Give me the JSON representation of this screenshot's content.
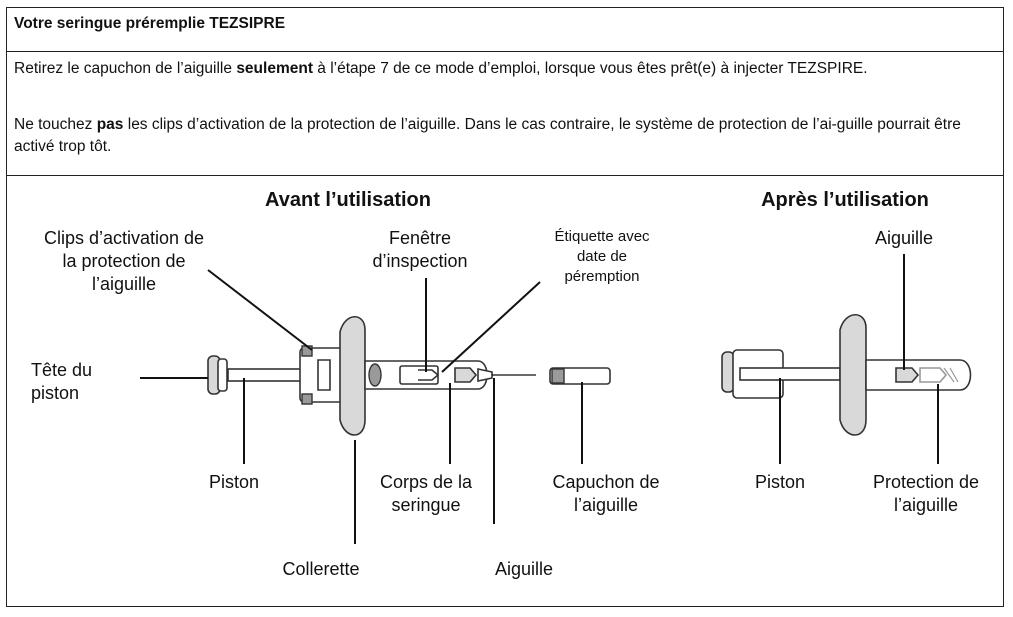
{
  "title": {
    "prefix": "Votre seringue préremplie ",
    "product": "TEZSIPRE"
  },
  "paragraph1": {
    "before": "Retirez le capuchon de l’aiguille ",
    "bold": "seulement",
    "after": " à l’étape 7 de ce mode d’emploi, lorsque vous êtes prêt(e) à injecter TEZSPIRE."
  },
  "paragraph2": {
    "before": "Ne touchez ",
    "bold": "pas",
    "after": " les clips d’activation de la protection de l’aiguille. Dans le cas contraire, le système de protection de l’ai-guille pourrait être activé trop tôt."
  },
  "diagram": {
    "before_heading": "Avant l’utilisation",
    "after_heading": "Après l’utilisation",
    "labels": {
      "clips_1": "Clips d’activation de",
      "clips_2": "la protection de",
      "clips_3": "l’aiguille",
      "fenetre_1": "Fenêtre",
      "fenetre_2": "d’inspection",
      "etiquette_1": "Étiquette avec",
      "etiquette_2": "date de",
      "etiquette_3": "péremption",
      "tete_1": "Tête du",
      "tete_2": "piston",
      "piston": "Piston",
      "corps_1": "Corps de la",
      "corps_2": "seringue",
      "capuchon_1": "Capuchon de",
      "capuchon_2": "l’aiguille",
      "collerette": "Collerette",
      "aiguille_bottom": "Aiguille",
      "aiguille_top": "Aiguille",
      "piston_after": "Piston",
      "protection_1": "Protection de",
      "protection_2": "l’aiguille"
    }
  }
}
